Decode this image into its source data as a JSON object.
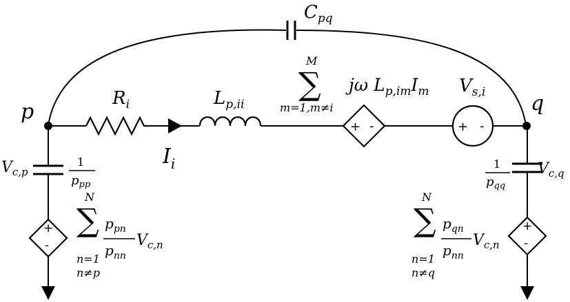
{
  "nodes": {
    "p": "p",
    "q": "q"
  },
  "capacitor_pq": {
    "base": "C",
    "sub": "pq"
  },
  "resistor": {
    "base": "R",
    "sub": "i"
  },
  "inductor": {
    "base": "L",
    "sub": "p,ii"
  },
  "current": {
    "base": "I",
    "sub": "i"
  },
  "mutual_source": {
    "sum_symbol": "∑",
    "upper": "M",
    "lower": "m=1,m≠i",
    "term_a": "jω L",
    "term_a_sub": "p,im",
    "term_b": "I",
    "term_b_sub": "m",
    "plus": "+",
    "minus": "-"
  },
  "voltage_source": {
    "base": "V",
    "sub": "s,i",
    "plus": "+",
    "minus": "-"
  },
  "left_capacitor": {
    "base": "V",
    "sub": "c,p",
    "num": "1",
    "den": "p",
    "den_sub": "pp"
  },
  "right_capacitor": {
    "base": "V",
    "sub": "c,q",
    "num": "1",
    "den": "p",
    "den_sub": "qq"
  },
  "left_source": {
    "sum_symbol": "∑",
    "upper": "N",
    "lower1": "n=1",
    "lower2": "n≠p",
    "num": "p",
    "num_sub": "pn",
    "den": "p",
    "den_sub": "nn",
    "term": "V",
    "term_sub": "c,n",
    "plus": "+",
    "minus": "-"
  },
  "right_source": {
    "sum_symbol": "∑",
    "upper": "N",
    "lower1": "n=1",
    "lower2": "n≠q",
    "num": "p",
    "num_sub": "qn",
    "den": "p",
    "den_sub": "nn",
    "term": "V",
    "term_sub": "c,n",
    "plus": "+",
    "minus": "-"
  }
}
